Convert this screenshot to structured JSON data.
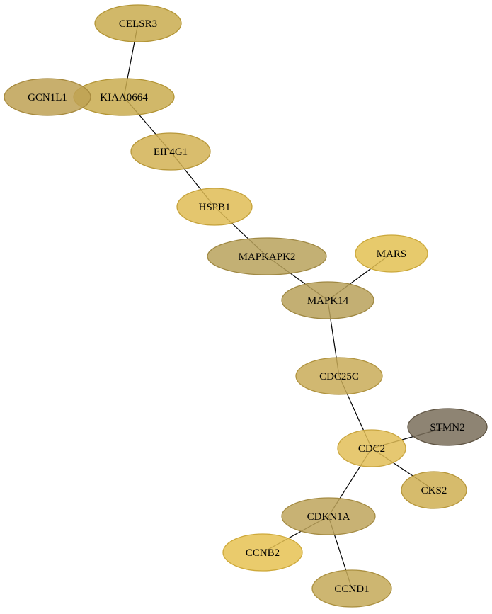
{
  "nodes": [
    {
      "id": "CELSR3",
      "label": "CELSR3",
      "fill": "#c9ab4f",
      "stroke": "#b39535"
    },
    {
      "id": "KIAA0664",
      "label": "KIAA0664",
      "fill": "#c9ab4f",
      "stroke": "#b39535"
    },
    {
      "id": "GCN1L1",
      "label": "GCN1L1",
      "fill": "#bea154",
      "stroke": "#a6893d"
    },
    {
      "id": "EIF4G1",
      "label": "EIF4G1",
      "fill": "#d2b154",
      "stroke": "#b8983a"
    },
    {
      "id": "HSPB1",
      "label": "HSPB1",
      "fill": "#dfbc55",
      "stroke": "#c6a33c"
    },
    {
      "id": "MAPKAPK2",
      "label": "MAPKAPK2",
      "fill": "#b9a25c",
      "stroke": "#a08944"
    },
    {
      "id": "MARS",
      "label": "MARS",
      "fill": "#e3c152",
      "stroke": "#cba83a"
    },
    {
      "id": "MAPK14",
      "label": "MAPK14",
      "fill": "#b8a15a",
      "stroke": "#9f8842"
    },
    {
      "id": "CDC25C",
      "label": "CDC25C",
      "fill": "#c9ac58",
      "stroke": "#b0933f"
    },
    {
      "id": "STMN2",
      "label": "STMN2",
      "fill": "#7a6e5a",
      "stroke": "#5f5443"
    },
    {
      "id": "CDC2",
      "label": "CDC2",
      "fill": "#e2be58",
      "stroke": "#c9a53f"
    },
    {
      "id": "CKS2",
      "label": "CKS2",
      "fill": "#cfaf52",
      "stroke": "#b6963a"
    },
    {
      "id": "CDKN1A",
      "label": "CDKN1A",
      "fill": "#bea55c",
      "stroke": "#a58c44"
    },
    {
      "id": "CCNB2",
      "label": "CCNB2",
      "fill": "#e6c252",
      "stroke": "#cea93a"
    },
    {
      "id": "CCND1",
      "label": "CCND1",
      "fill": "#c4a958",
      "stroke": "#ab9040"
    }
  ],
  "edges": [
    {
      "from": "CELSR3",
      "to": "KIAA0664"
    },
    {
      "from": "KIAA0664",
      "to": "EIF4G1"
    },
    {
      "from": "EIF4G1",
      "to": "HSPB1"
    },
    {
      "from": "HSPB1",
      "to": "MAPKAPK2"
    },
    {
      "from": "MAPKAPK2",
      "to": "MAPK14"
    },
    {
      "from": "MARS",
      "to": "MAPK14"
    },
    {
      "from": "MAPK14",
      "to": "CDC25C"
    },
    {
      "from": "CDC25C",
      "to": "CDC2"
    },
    {
      "from": "STMN2",
      "to": "CDC2"
    },
    {
      "from": "CDC2",
      "to": "CKS2"
    },
    {
      "from": "CDC2",
      "to": "CDKN1A"
    },
    {
      "from": "CDKN1A",
      "to": "CCNB2"
    },
    {
      "from": "CDKN1A",
      "to": "CCND1"
    }
  ]
}
